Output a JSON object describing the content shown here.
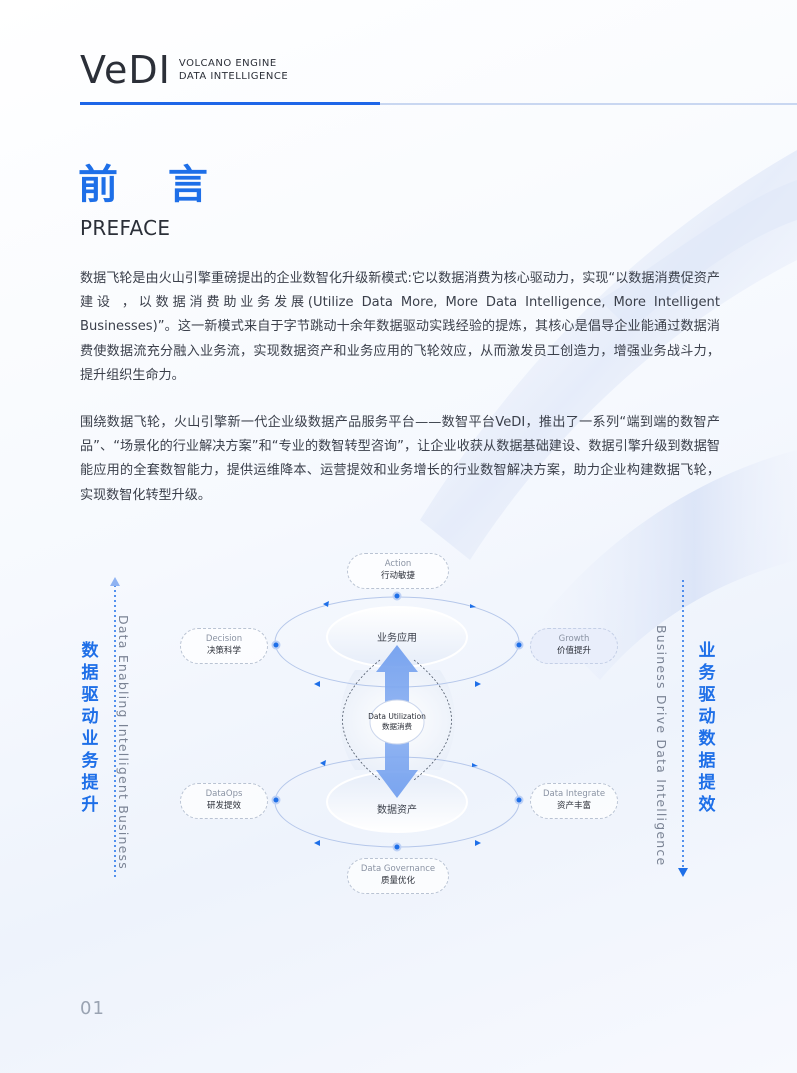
{
  "header": {
    "logo": "VeDI",
    "logo_sub_line1": "VOLCANO ENGINE",
    "logo_sub_line2": "DATA INTELLIGENCE"
  },
  "section": {
    "title_cn": "前 言",
    "title_en": "PREFACE"
  },
  "paragraphs": [
    "数据飞轮是由火山引擎重磅提出的企业数智化升级新模式:它以数据消费为核心驱动力，实现“以数据消费促资产建设 ，以数据消费助业务发展(Utilize Data More, More Data Intelligence, More Intelligent Businesses)”。这一新模式来自于字节跳动十余年数据驱动实践经验的提炼，其核心是倡导企业能通过数据消费使数据流充分融入业务流，实现数据资产和业务应用的飞轮效应，从而激发员工创造力，增强业务战斗力，提升组织生命力。",
    "围绕数据飞轮，火山引擎新一代企业级数据产品服务平台——数智平台VeDI，推出了一系列“端到端的数智产品”、“场景化的行业解决方案”和“专业的数智转型咨询”，让企业收获从数据基础建设、数据引擎升级到数据智能应用的全套数智能力，提供运维降本、运营提效和业务增长的行业数智解决方案，助力企业构建数据飞轮，实现数智化转型升级。"
  ],
  "diagram": {
    "left_cn": [
      "数",
      "据",
      "驱",
      "动",
      "业",
      "务",
      "提",
      "升"
    ],
    "left_en": "Data Enabling Intelligent Business",
    "right_cn": [
      "业",
      "务",
      "驱",
      "动",
      "数",
      "据",
      "提",
      "效"
    ],
    "right_en": "Business Drive Data Intelligence",
    "nodes": {
      "action": {
        "en": "Action",
        "cn": "行动敏捷"
      },
      "decision": {
        "en": "Decision",
        "cn": "决策科学"
      },
      "growth": {
        "en": "Growth",
        "cn": "价值提升"
      },
      "dataops": {
        "en": "DataOps",
        "cn": "研发提效"
      },
      "integrate": {
        "en": "Data Integrate",
        "cn": "资产丰富"
      },
      "governance": {
        "en": "Data Governance",
        "cn": "质量优化"
      }
    },
    "top_label": "业务应用",
    "bottom_label": "数据资产",
    "center_en": "Data Utilization",
    "center_cn": "数据消费"
  },
  "footer": {
    "page_number": "01"
  },
  "colors": {
    "accent": "#1e6fe8",
    "text": "#3a3f4a"
  }
}
